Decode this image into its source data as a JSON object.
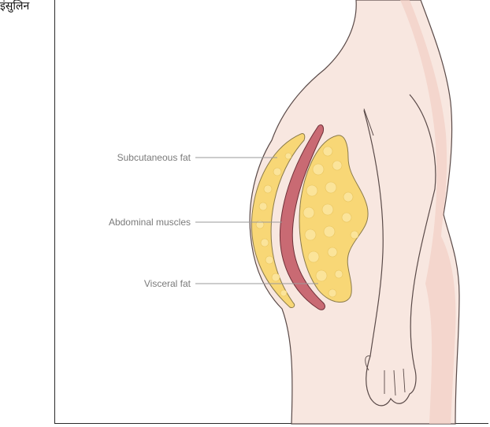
{
  "page_header": {
    "label": "इंसुलिन"
  },
  "diagram": {
    "labels": {
      "subcutaneous_fat": "Subcutaneous fat",
      "abdominal_muscles": "Abdominal muscles",
      "visceral_fat": "Visceral fat"
    },
    "colors": {
      "skin_fill": "#f8e7e0",
      "skin_shade": "#f2cfc5",
      "skin_outline": "#5a4a48",
      "fat_fill": "#f8d776",
      "fat_cell": "#fbe49a",
      "fat_outline": "#8a7a4a",
      "muscle_fill": "#c96a73",
      "muscle_outline": "#6e3038",
      "leader_line": "#9a9a9a",
      "label_text": "#7a7a7a"
    }
  }
}
